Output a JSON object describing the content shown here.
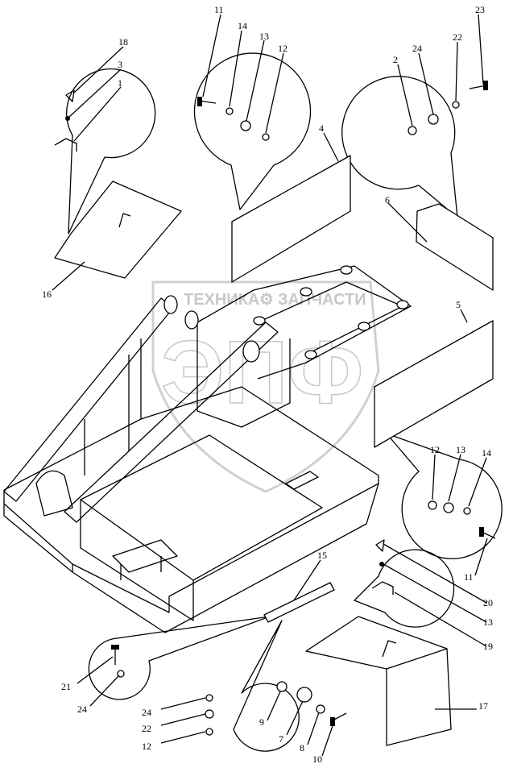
{
  "watermark": {
    "left_text": "ТЕХНИКА",
    "right_text": "ЗАПЧАСТИ",
    "logo_text": "ЭПФ"
  },
  "callouts": {
    "c18": "18",
    "c3": "3",
    "c1": "1",
    "c16": "16",
    "c11a": "11",
    "c14a": "14",
    "c13a": "13",
    "c12a": "12",
    "c4": "4",
    "c23": "23",
    "c22a": "22",
    "c24a": "24",
    "c2": "2",
    "c6": "6",
    "c5": "5",
    "c12b": "12",
    "c13b": "13",
    "c14b": "14",
    "c11b": "11",
    "c20": "20",
    "c13c": "13",
    "c19": "19",
    "c15": "15",
    "c17": "17",
    "c21": "21",
    "c24b": "24",
    "c24c": "24",
    "c22b": "22",
    "c12c": "12",
    "c9": "9",
    "c7": "7",
    "c8": "8",
    "c10": "10"
  }
}
